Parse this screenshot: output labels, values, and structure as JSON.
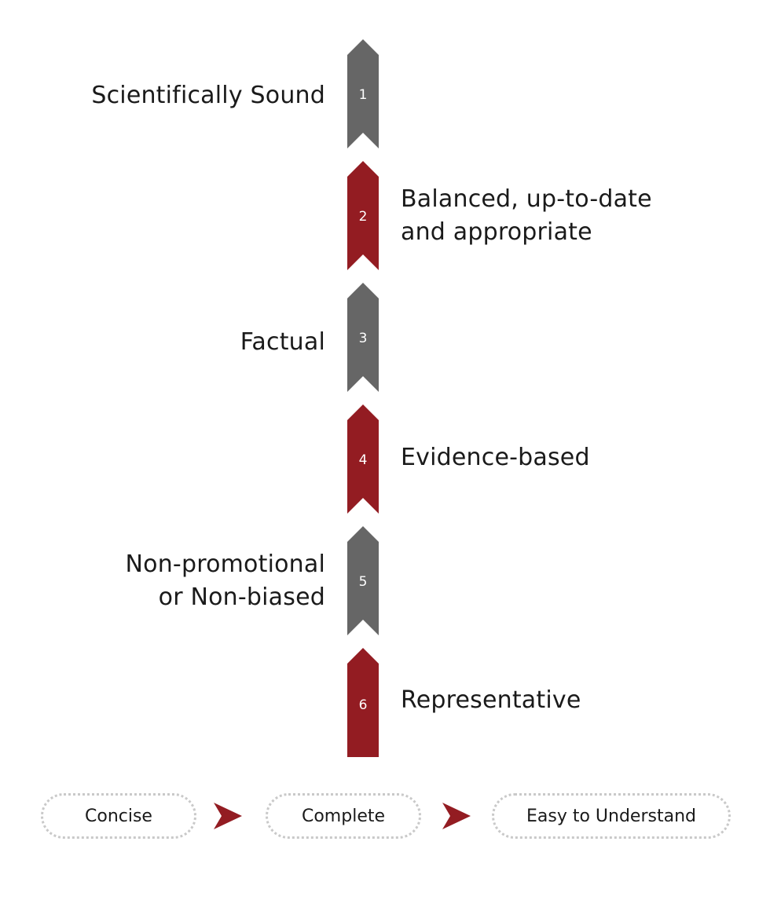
{
  "colors": {
    "gray": "#666666",
    "red": "#931c22",
    "text": "#1a1a1a",
    "pill_border": "#c9c9c9"
  },
  "steps": [
    {
      "number": "1",
      "label_lines": [
        "Scientifically Sound"
      ],
      "side": "left",
      "color": "gray"
    },
    {
      "number": "2",
      "label_lines": [
        "Balanced, up-to-date",
        "and appropriate"
      ],
      "side": "right",
      "color": "red"
    },
    {
      "number": "3",
      "label_lines": [
        "Factual"
      ],
      "side": "left",
      "color": "gray"
    },
    {
      "number": "4",
      "label_lines": [
        "Evidence-based"
      ],
      "side": "right",
      "color": "red"
    },
    {
      "number": "5",
      "label_lines": [
        "Non-promotional",
        "or Non-biased"
      ],
      "side": "left",
      "color": "gray"
    },
    {
      "number": "6",
      "label_lines": [
        "Representative"
      ],
      "side": "right",
      "color": "red"
    }
  ],
  "flow": {
    "items": [
      "Concise",
      "Complete",
      "Easy to Understand"
    ],
    "arrow_color": "red"
  }
}
